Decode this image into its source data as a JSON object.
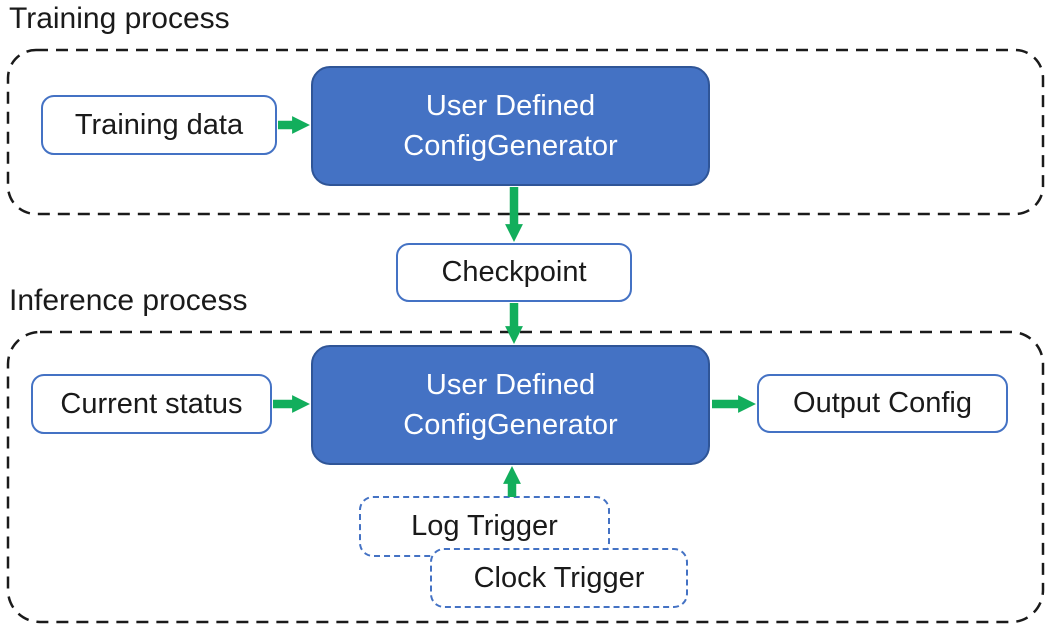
{
  "colors": {
    "blue_fill": "#4472C4",
    "blue_dark_border": "#2F5597",
    "box_border": "#4472C4",
    "trigger_border": "#4472C4",
    "green": "#12AE5C",
    "container_border": "#1a1a1a",
    "text": "#1a1a1a",
    "box_text_light": "#ffffff"
  },
  "diagram": {
    "training": {
      "label": "Training process",
      "training_data_box": "Training data",
      "generator_line1": "User Defined",
      "generator_line2": "ConfigGenerator"
    },
    "checkpoint_box": "Checkpoint",
    "inference": {
      "label": "Inference process",
      "current_status_box": "Current status",
      "generator_line1": "User Defined",
      "generator_line2": "ConfigGenerator",
      "output_config_box": "Output Config",
      "log_trigger_box": "Log Trigger",
      "clock_trigger_box": "Clock Trigger"
    },
    "edges": [
      {
        "from": "training-data",
        "to": "training-config-generator"
      },
      {
        "from": "training-config-generator",
        "to": "checkpoint"
      },
      {
        "from": "checkpoint",
        "to": "inference-config-generator"
      },
      {
        "from": "current-status",
        "to": "inference-config-generator"
      },
      {
        "from": "inference-config-generator",
        "to": "output-config"
      },
      {
        "from": "log-trigger",
        "to": "inference-config-generator"
      }
    ]
  }
}
